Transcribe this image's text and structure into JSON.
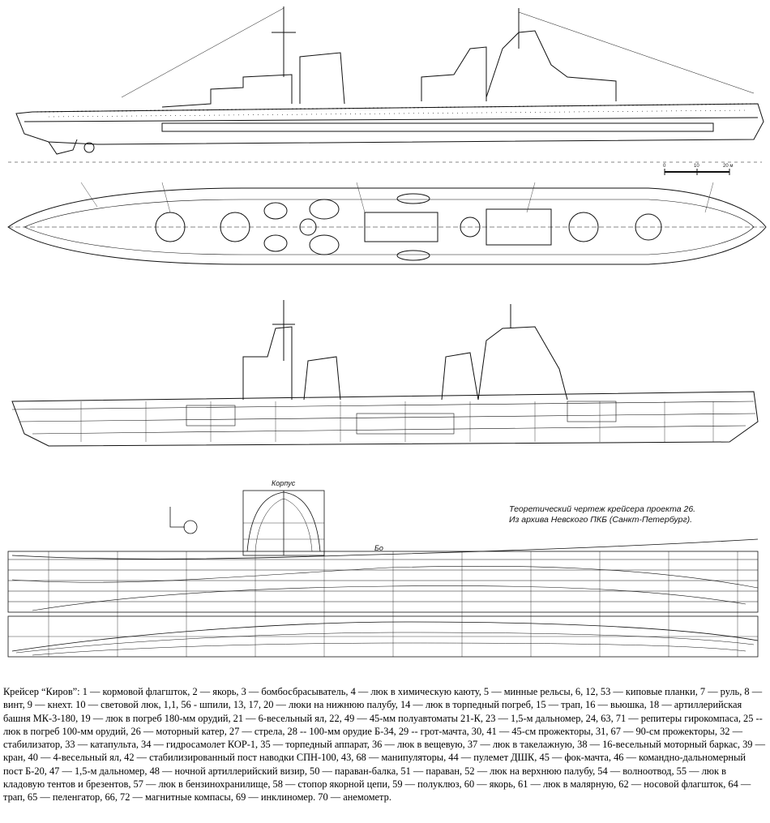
{
  "drawings": {
    "side_view": {
      "scale_labels": [
        "0",
        "10",
        "20 м"
      ]
    },
    "lines_plan": {
      "body_plan_label": "Корпус",
      "ship_label": "Бо",
      "caption_line1": "Теоретический чертеж крейсера проекта 26.",
      "caption_line2": "Из архива Невского ПКБ (Санкт-Петербург)."
    }
  },
  "legend_text": "Крейсер “Киров”: 1 — кормовой флагшток, 2 — якорь, 3 — бомбосбрасыватель, 4 — люк в химическую каюту, 5 — минные рельсы, 6, 12, 53 — киповые планки, 7 — руль, 8 — винт, 9 — кнехт. 10 — световой люк, 1,1, 56 - шпили, 13, 17, 20 — люки на нижнюю палубу, 14 — люк в торпедный погреб, 15 — трап, 16 — вьюшка, 18 — артиллерийская башня МК-3-180, 19 — люк в погреб 180-мм орудий, 21 — 6-весельный ял, 22, 49 — 45-мм полуавтоматы 21-К, 23 — 1,5-м дальномер, 24, 63, 71 — репитеры гирокомпаса, 25 -- люк в погреб 100-мм орудий, 26 — моторный катер, 27 — стрела, 28 -- 100-мм орудие Б-34, 29 -- грот-мачта, 30, 41 — 45-см прожекторы, 31, 67 — 90-см прожекторы, 32 — стабилизатор, 33 — катапульта, 34 — гидросамолет КОР-1, 35 — торпедный аппарат, 36 — люк в вещевую, 37 — люк в такелажную, 38 — 16-весельный моторный баркас, 39 — кран, 40 — 4-весельный ял, 42 — стабилизированный пост наводки СПН-100, 43, 68 — манипуляторы, 44 — пулемет ДШК, 45 — фок-мачта, 46 — командно-дальномерный пост Б-20, 47 — 1,5-м дальномер, 48 — ночной артиллерийский визир, 50 — параван-балка, 51 — параван, 52 — люк на верхнюю палубу, 54 — волноотвод, 55 — люк в кладовую тентов и брезентов, 57 — люк в бензинохранилище, 58 — стопор якорной цепи, 59 — полуклюз, 60 — якорь, 61 — люк в малярную, 62 — носовой флагшток, 64 — трап, 65 — пеленгатор, 66, 72 — магнитные компасы, 69 — инклиномер. 70 — анемометр."
}
